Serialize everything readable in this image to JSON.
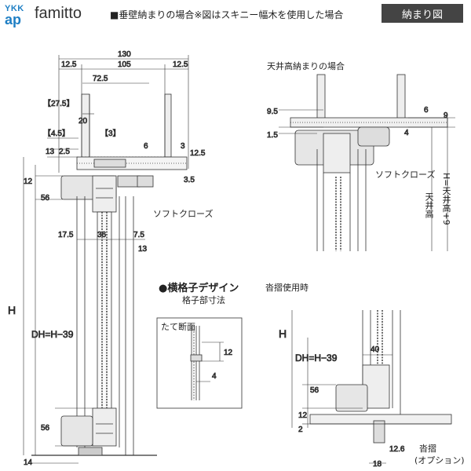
{
  "header": {
    "logo_top": "YKK",
    "logo_bottom": "ap",
    "brand": "famitto",
    "subtitle": "■垂壁納まりの場合※図はスキニー幅木を使用した場合",
    "badge": "納まり図"
  },
  "labels": {
    "soft_close_1": "ソフトクローズ",
    "soft_close_2": "ソフトクローズ",
    "ceiling_fit": "天井高納まりの場合",
    "ceiling_height": "天井高",
    "h_ceiling": "H=天井高+9",
    "horizontal_design": "●横格子デザイン",
    "lattice_dims": "格子部寸法",
    "section": "たて断面",
    "sliding_use": "沓摺使用時",
    "sliding_option": "沓摺",
    "option": "(オプション)"
  },
  "dims": {
    "d130": "130",
    "d12_5a": "12.5",
    "d105": "105",
    "d12_5b": "12.5",
    "d72_5": "72.5",
    "d27_5": "【27.5】",
    "d20": "20",
    "d4_5": "【4.5】",
    "d3b": "【3】",
    "d13": "13",
    "d2_5": "2.5",
    "d6": "6",
    "d3": "3",
    "d12_5c": "12.5",
    "d3_5": "3.5",
    "d12": "12",
    "d56a": "56",
    "d17_5": "17.5",
    "d36": "36",
    "d7_5": "7.5",
    "d13b": "13",
    "dH": "H",
    "dDH": "DH=H−39",
    "d56b": "56",
    "d14": "14",
    "r9_5": "9.5",
    "r6": "6",
    "r9": "9",
    "r1_5": "1.5",
    "r4": "4",
    "l12": "12",
    "l4": "4",
    "bH": "H",
    "bDH": "DH=H−39",
    "b40": "40",
    "b56": "56",
    "b12": "12",
    "b2": "2",
    "b12_6": "12.6",
    "b18": "18"
  }
}
